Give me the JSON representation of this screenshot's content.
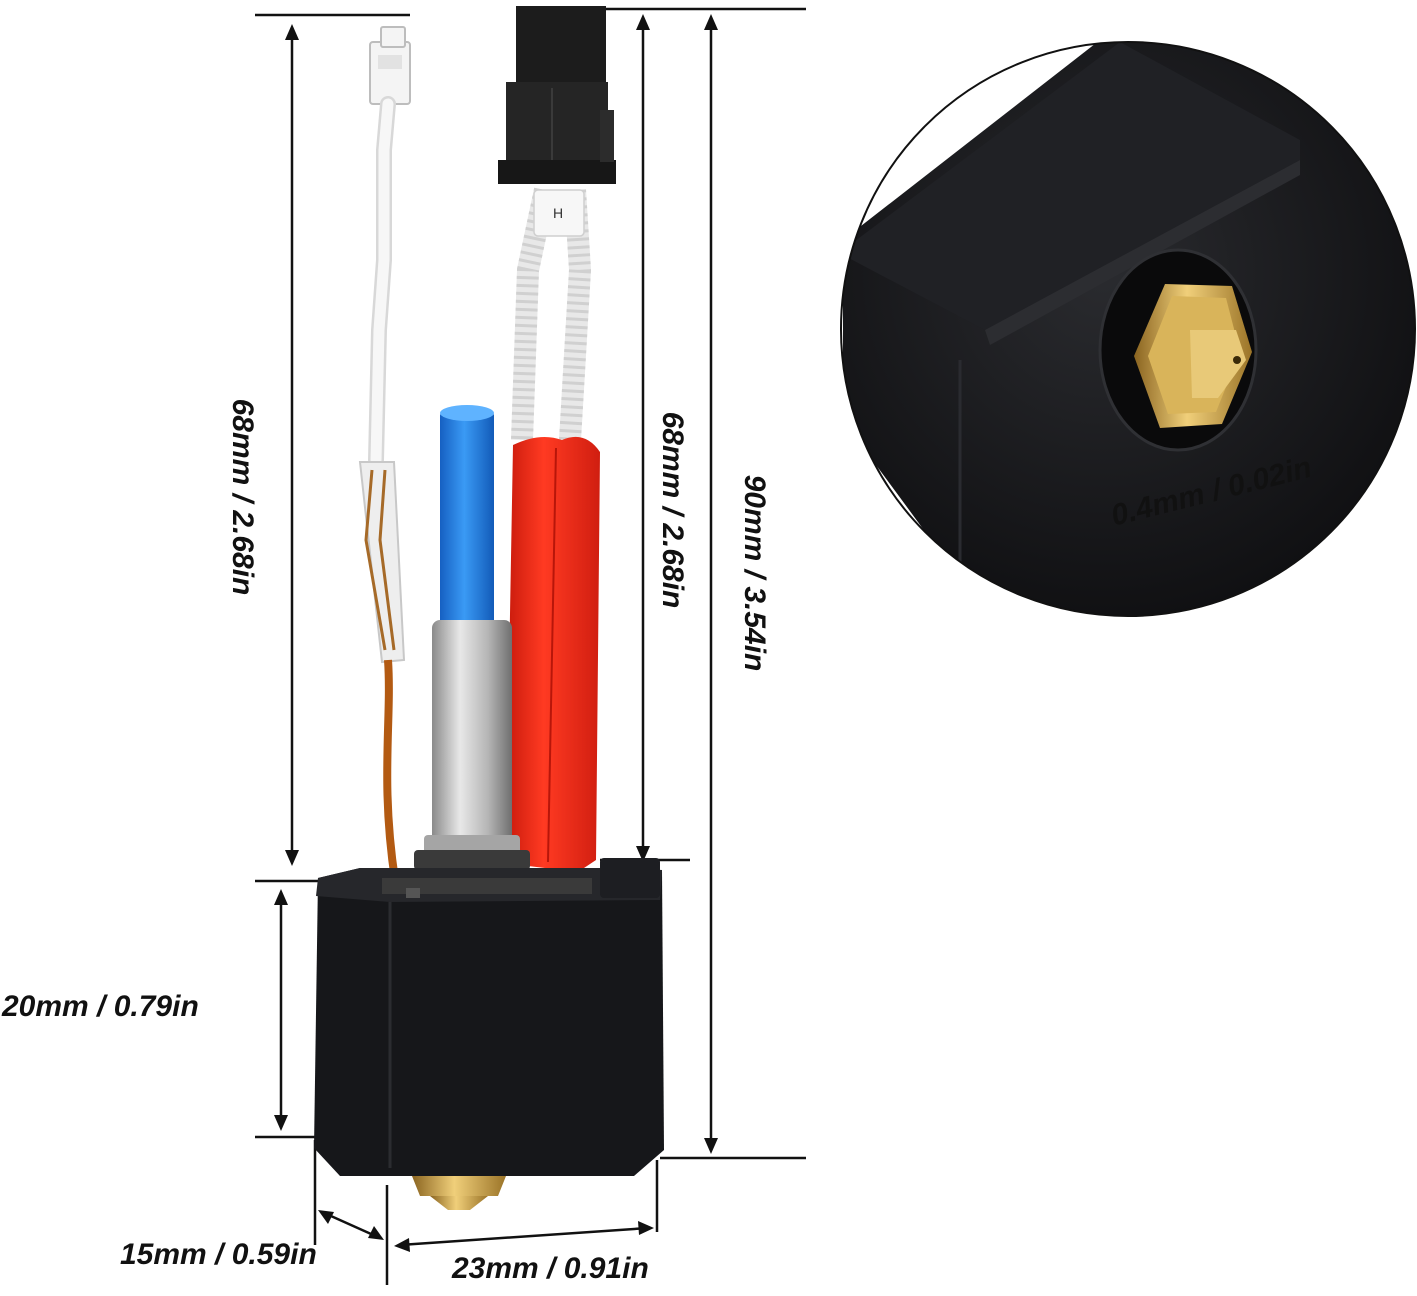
{
  "dimensions": {
    "wire_length_left": "68mm / 2.68in",
    "wire_length_right": "68mm / 2.68in",
    "total_height": "90mm / 3.54in",
    "block_height": "20mm / 0.79in",
    "block_depth": "15mm / 0.59in",
    "block_width": "23mm / 0.91in",
    "nozzle_diameter": "0.4mm / 0.02in"
  },
  "colors": {
    "block": "#16171a",
    "ptfe_tube": "#1f7fe0",
    "silicone_sleeve": "#ef2a17",
    "brass": "#c9a04a",
    "steel": "#c9c9c9",
    "wire_white": "#f4f4f4",
    "connector_black": "#1c1c1c",
    "kapton_wire": "#b35a12"
  }
}
